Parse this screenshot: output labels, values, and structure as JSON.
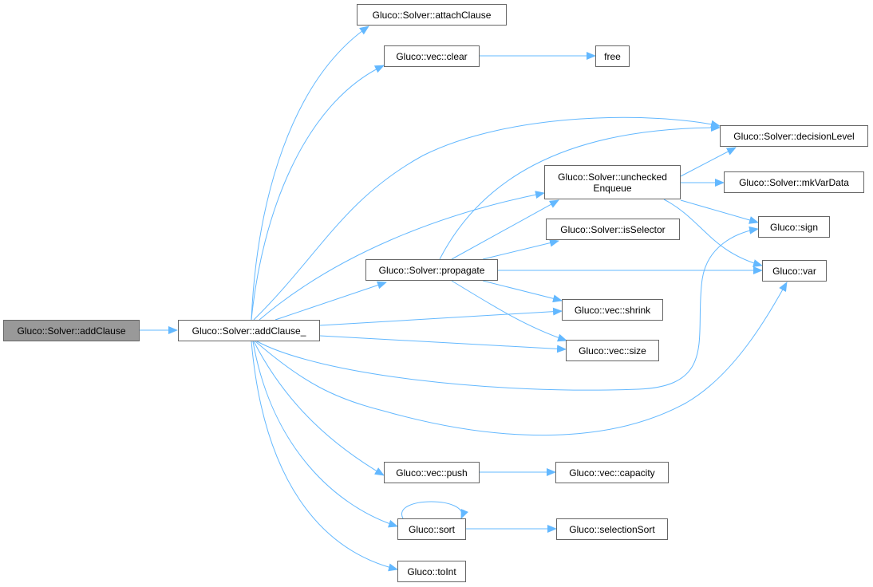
{
  "nodes": {
    "addClause": "Gluco::Solver::addClause",
    "addClause_": "Gluco::Solver::addClause_",
    "attachClause": "Gluco::Solver::attachClause",
    "clear": "Gluco::vec::clear",
    "free": "free",
    "decisionLevel": "Gluco::Solver::decisionLevel",
    "uncheckedEnqueue_1": "Gluco::Solver::unchecked",
    "uncheckedEnqueue_2": "Enqueue",
    "mkVarData": "Gluco::Solver::mkVarData",
    "isSelector": "Gluco::Solver::isSelector",
    "sign": "Gluco::sign",
    "propagate": "Gluco::Solver::propagate",
    "var": "Gluco::var",
    "shrink": "Gluco::vec::shrink",
    "size": "Gluco::vec::size",
    "push": "Gluco::vec::push",
    "capacity": "Gluco::vec::capacity",
    "sort": "Gluco::sort",
    "selectionSort": "Gluco::selectionSort",
    "toInt": "Gluco::toInt"
  },
  "colors": {
    "edge": "#63b8ff",
    "root_fill": "#999999",
    "node_border": "#666666"
  }
}
